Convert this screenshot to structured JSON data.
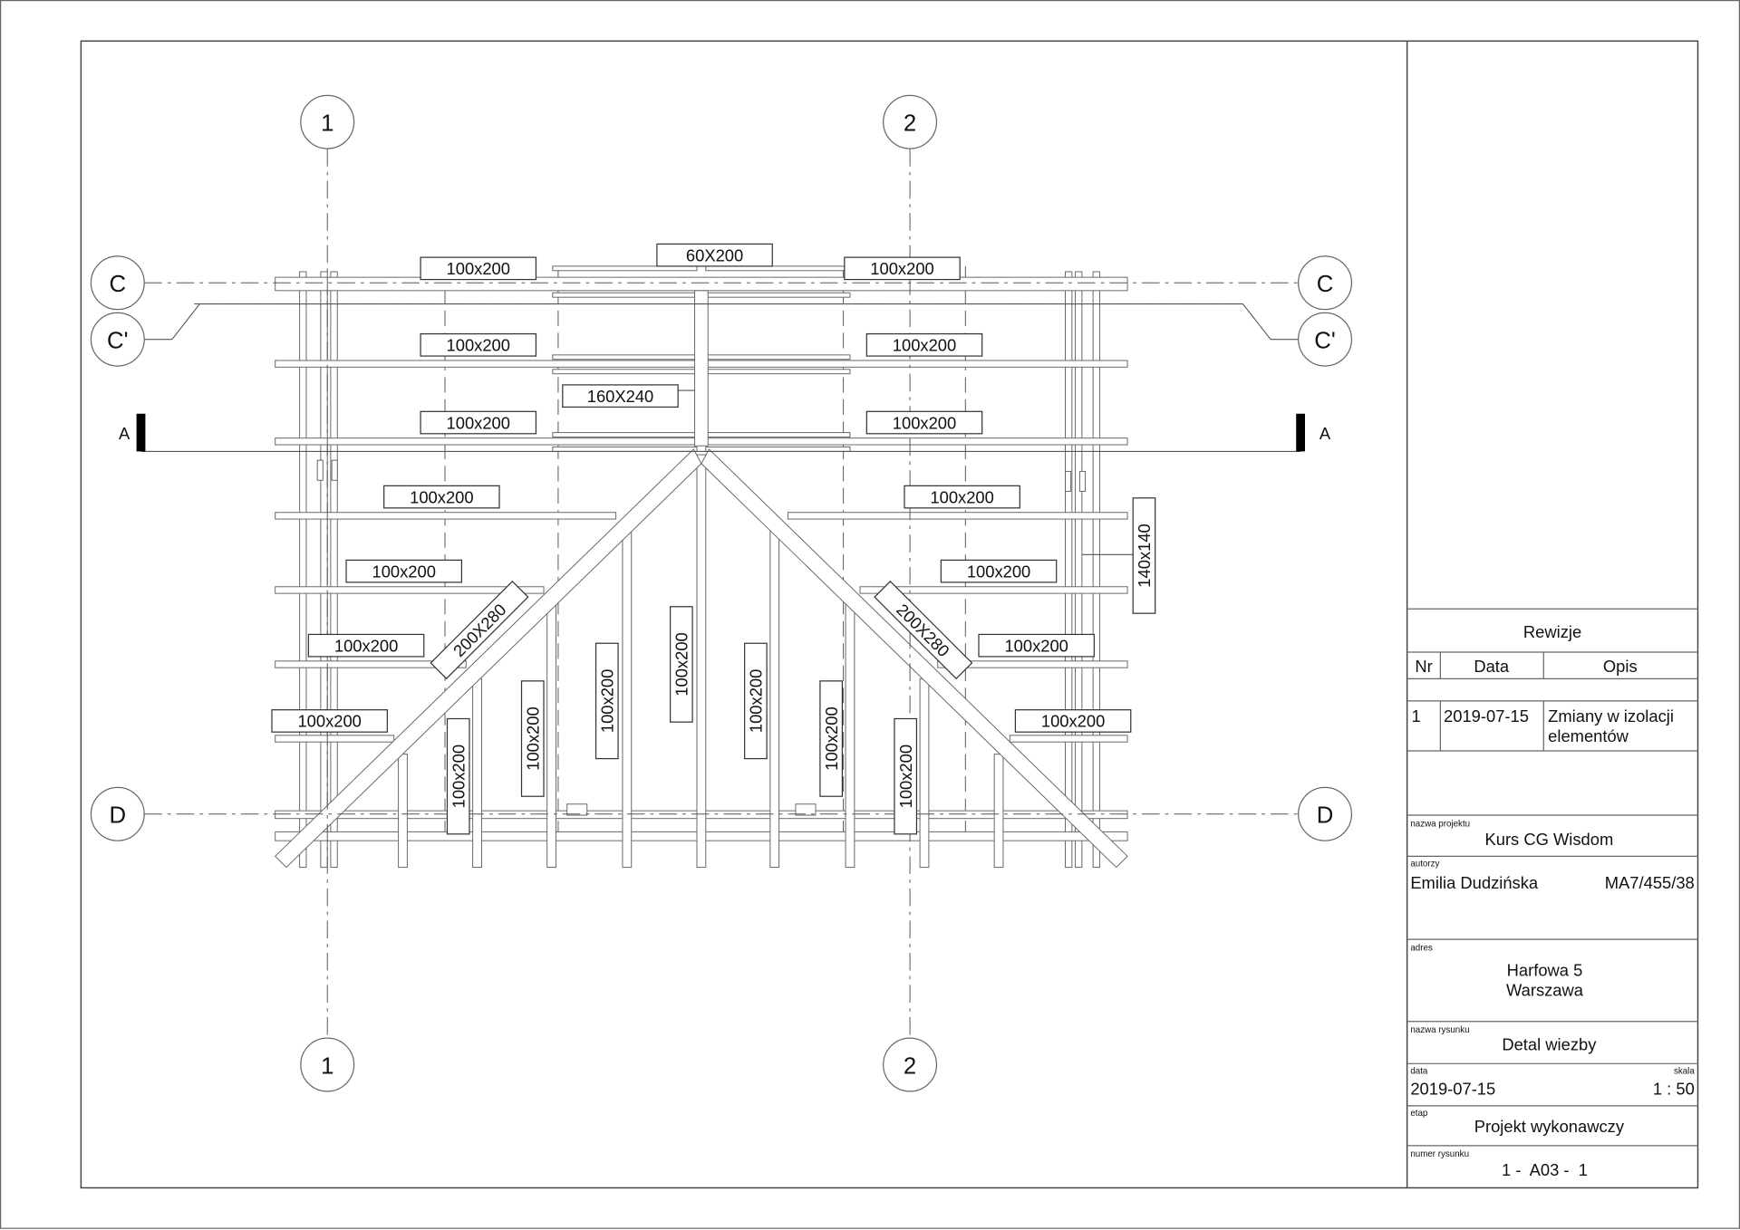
{
  "drawing": {
    "grid": {
      "v1": "1",
      "v2": "2",
      "hC": "C",
      "hCp": "C'",
      "hD": "D",
      "section": "A"
    },
    "labels": [
      "100x200",
      "60X200",
      "100x200",
      "100x200",
      "100x200",
      "160X240",
      "100x200",
      "100x200",
      "100x200",
      "100x200",
      "100x200",
      "100x200",
      "100x200",
      "100x200",
      "100x200",
      "100x200",
      "140x140",
      "100x200",
      "100x200",
      "100x200",
      "100x200",
      "100x200",
      "100x200",
      "100x200",
      "200X280",
      "200X280"
    ]
  },
  "title_block": {
    "revisions": {
      "title": "Rewizje",
      "headers": [
        "Nr",
        "Data",
        "Opis"
      ],
      "rows": [
        {
          "nr": "1",
          "date": "2019-07-15",
          "desc_line1": "Zmiany w izolacji",
          "desc_line2": "elementów"
        }
      ]
    },
    "project_label": "nazwa projektu",
    "project": "Kurs CG Wisdom",
    "authors_label": "autorzy",
    "author": "Emilia Dudzińska",
    "author_id": "MA7/455/38",
    "address_label": "adres",
    "address_line1": "Harfowa 5",
    "address_line2": "Warszawa",
    "drawing_name_label": "nazwa rysunku",
    "drawing_name": "Detal wiezby",
    "date_label": "data",
    "date": "2019-07-15",
    "scale_label": "skala",
    "scale": "1 : 50",
    "stage_label": "etap",
    "stage": "Projekt wykonawczy",
    "number_label": "numer rysunku",
    "number": "1 -  A03 -  1"
  }
}
